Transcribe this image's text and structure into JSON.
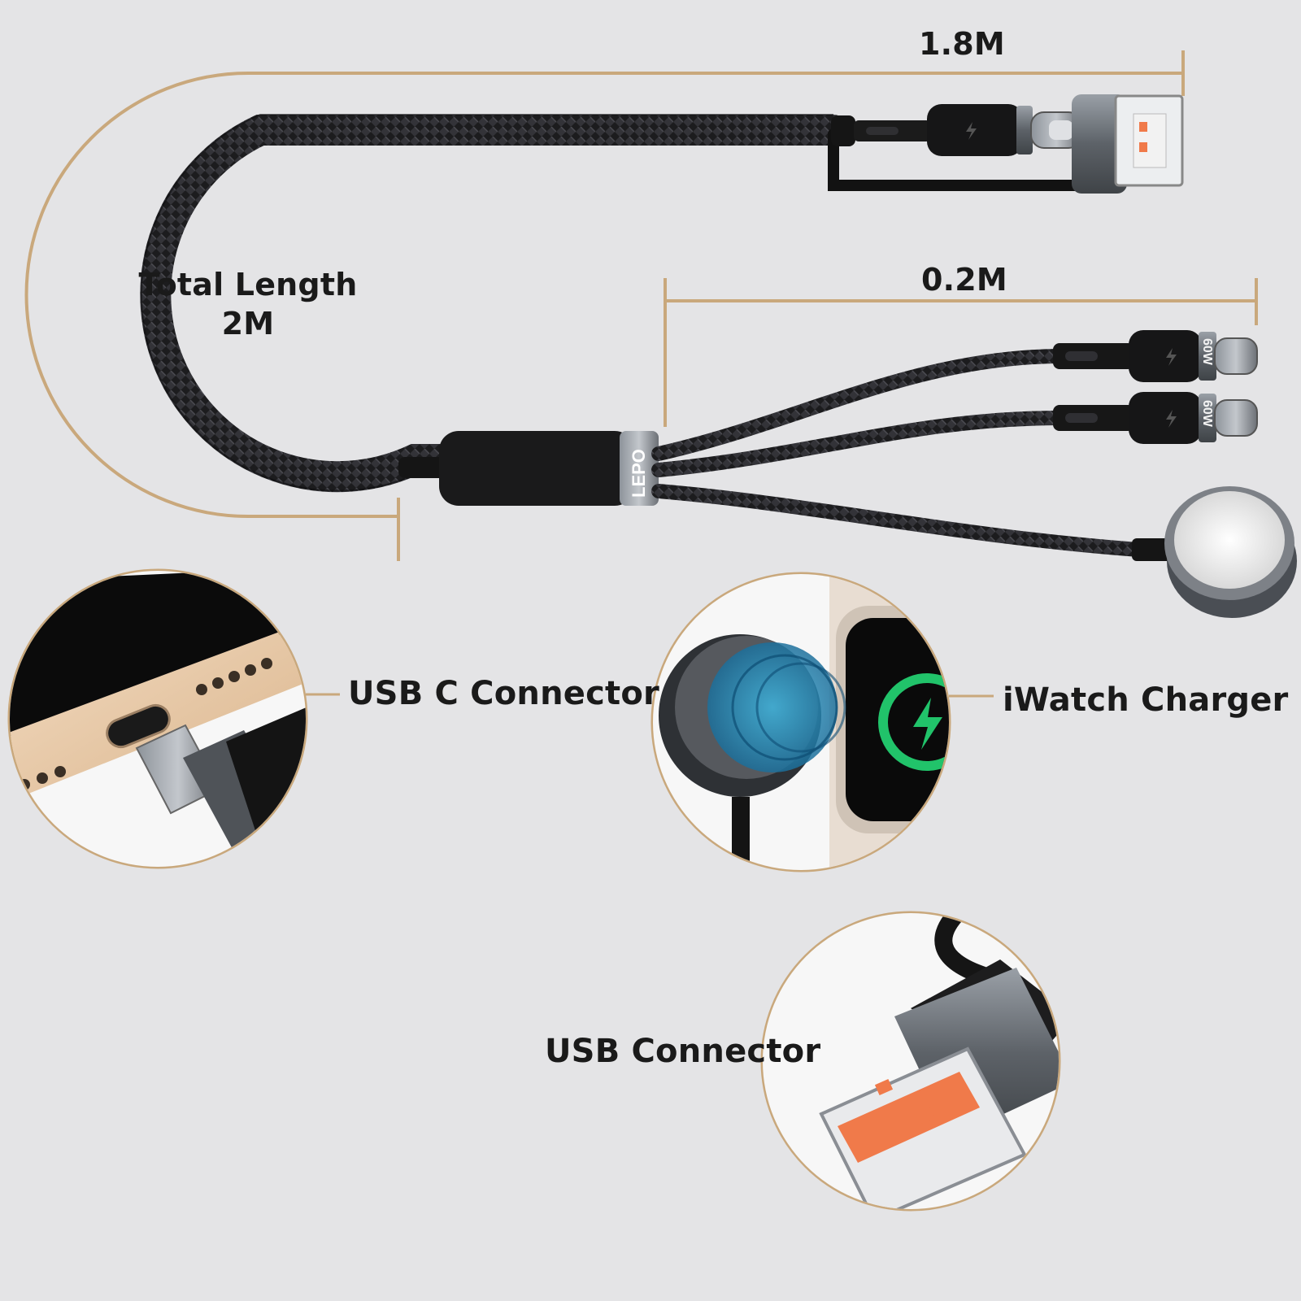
{
  "dimensions": {
    "main_cable_length": "1.8M",
    "branch_length": "0.2M",
    "total_length_label": "Total Length",
    "total_length_value": "2M"
  },
  "product": {
    "brand_mark": "LEPO",
    "port_1_wattage": "60W",
    "port_2_wattage": "60W"
  },
  "callouts": {
    "usb_c": "USB C Connector",
    "iwatch": "iWatch Charger",
    "usb": "USB Connector"
  },
  "colors": {
    "background": "#e4e4e6",
    "dimension_line": "#c9a87c",
    "cable_braid": "#1e1e20",
    "connector_metal": "#6f7379",
    "usb_port_accent": "#f07a4a",
    "charge_ring": "#21c36a",
    "phone_gold": "#e8c9a6"
  },
  "icons": [
    "lightning-icon",
    "charging-bolt-icon"
  ]
}
